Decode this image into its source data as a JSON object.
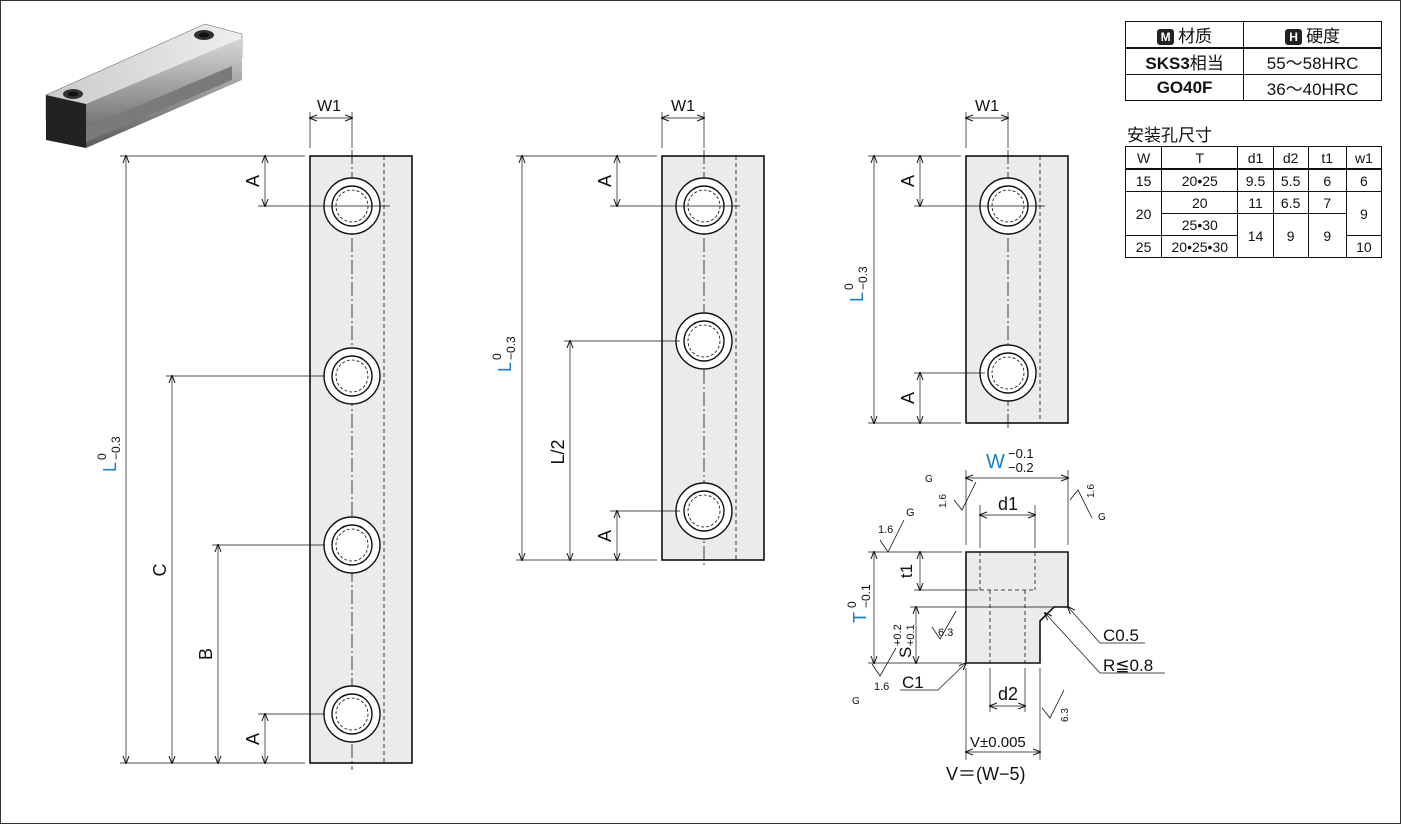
{
  "material_table": {
    "header_material": "材质",
    "header_hardness": "硬度",
    "badge_m": "M",
    "badge_h": "H",
    "rows": [
      {
        "material": "SKS3",
        "suffix": "相当",
        "hardness": "55～58HRC"
      },
      {
        "material": "GO40F",
        "suffix": "",
        "hardness": "36～40HRC"
      }
    ]
  },
  "hole_table": {
    "title": "安装孔尺寸",
    "headers": [
      "W",
      "T",
      "d1",
      "d2",
      "t1",
      "w1"
    ],
    "cells": {
      "w15": "15",
      "w20": "20",
      "w25": "25",
      "t_15": "20•25",
      "t_20a": "20",
      "t_20b": "25•30",
      "t_25": "20•25•30",
      "d1_15": "9.5",
      "d1_20": "11",
      "d1_14": "14",
      "d2_15": "5.5",
      "d2_20": "6.5",
      "d2_9": "9",
      "t1_15": "6",
      "t1_20": "7",
      "t1_9": "9",
      "w1_15": "6",
      "w1_9": "9",
      "w1_10": "10"
    }
  },
  "dims": {
    "w1": "W1",
    "a": "A",
    "l": "L",
    "l_upper": "0",
    "l_lower": "−0.3",
    "c": "C",
    "b": "B",
    "l_half": "L/2",
    "w_label": "W",
    "w_upper": "−0.1",
    "w_lower": "−0.2",
    "t_label": "T",
    "t_upper": "0",
    "t_lower": "−0.1",
    "s_label": "S",
    "s_upper": "+0.2",
    "s_lower": "+0.1",
    "d1": "d1",
    "d2": "d2",
    "t1": "t1",
    "c05": "C0.5",
    "r08": "R≦0.8",
    "c1": "C1",
    "v_tol": "V±0.005",
    "v_formula": "V＝(W−5)",
    "g": "G",
    "r16": "1.6",
    "r63": "6.3"
  },
  "colors": {
    "accent": "#1a7fc1",
    "line": "#111111",
    "fill": "#ebebeb"
  }
}
